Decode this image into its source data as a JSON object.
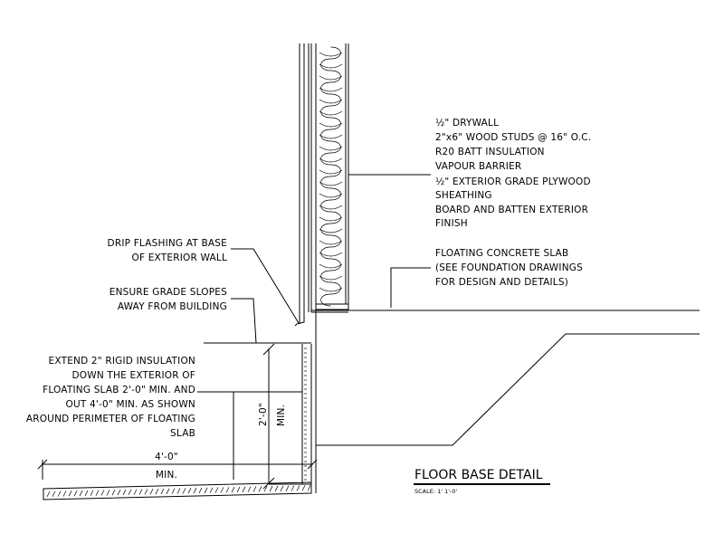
{
  "wall_callout": [
    "½\" DRYWALL",
    "2\"x6\" WOOD STUDS @ 16\" O.C.",
    "R20 BATT INSULATION",
    "VAPOUR BARRIER",
    "½\" EXTERIOR GRADE PLYWOOD",
    "SHEATHING",
    "BOARD AND BATTEN EXTERIOR",
    "FINISH"
  ],
  "slab_callout": [
    "FLOATING CONCRETE SLAB",
    "(SEE FOUNDATION DRAWINGS",
    "FOR DESIGN AND DETAILS)"
  ],
  "drip_callout": [
    "DRIP FLASHING AT BASE",
    "OF EXTERIOR WALL"
  ],
  "grade_callout": [
    "ENSURE GRADE SLOPES",
    "AWAY FROM BUILDING"
  ],
  "insulation_callout": [
    "EXTEND 2\" RIGID INSULATION",
    "DOWN THE EXTERIOR OF",
    "FLOATING SLAB 2'-0\" MIN. AND",
    "OUT 4'-0\" MIN. AS SHOWN",
    "AROUND PERIMETER OF FLOATING",
    "SLAB"
  ],
  "dim_vertical": {
    "value": "2'-0\"",
    "qualifier": "MIN."
  },
  "dim_horizontal": {
    "value": "4'-0\"",
    "qualifier": "MIN."
  },
  "title": "FLOOR BASE DETAIL",
  "scale": "SCALE: 1'  1'-0'"
}
